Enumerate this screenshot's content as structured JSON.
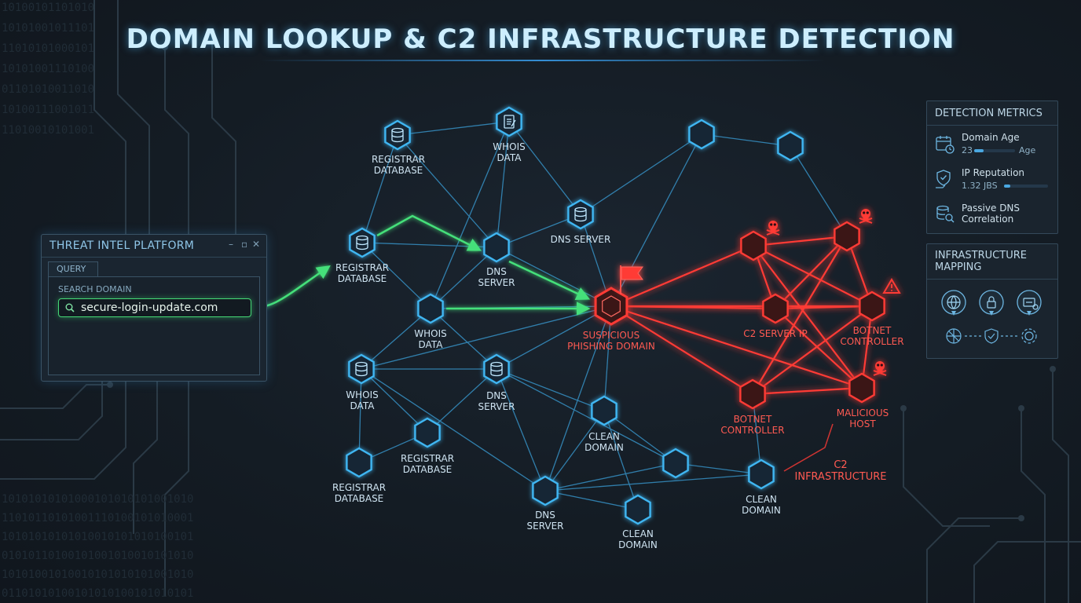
{
  "title": "DOMAIN LOOKUP & C2 INFRASTRUCTURE DETECTION",
  "threat_intel": {
    "title": "THREAT INTEL PLATFORM",
    "minimize": "–",
    "maximize": "▫",
    "close": "✕",
    "tab_label": "QUERY",
    "search_label": "SEARCH DOMAIN",
    "search_value": "secure-login-update.com"
  },
  "nodes": {
    "registrar_db_top": "REGISTRAR\nDATABASE",
    "whois_top": "WHOIS\nDATA",
    "dns_server_top": "DNS SERVER",
    "registrar_db_mid": "REGISTRAR\nDATABASE",
    "dns_server_mid": "DNS\nSERVER",
    "whois_mid": "WHOIS\nDATA",
    "suspicious": "SUSPICIOUS\nPHISHING DOMAIN",
    "whois_low": "WHOIS\nDATA",
    "dns_server_low": "DNS\nSERVER",
    "clean_domain_1": "CLEAN\nDOMAIN",
    "registrar_db_low": "REGISTRAR\nDATABASE",
    "registrar_db_bottom": "REGISTRAR\nDATABASE",
    "dns_server_bottom": "DNS\nSERVER",
    "clean_domain_2": "CLEAN\nDOMAIN",
    "clean_domain_3": "CLEAN\nDOMAIN",
    "c2_server_ip": "C2 SERVER IP",
    "botnet_controller_right": "BOTNET\nCONTROLLER",
    "botnet_controller_left": "BOTNET\nCONTROLLER",
    "malicious_host": "MALICIOUS\nHOST"
  },
  "c2_infrastructure_label": "C2\nINFRASTRUCTURE",
  "detection_metrics": {
    "title": "DETECTION METRICS",
    "domain_age_label": "Domain Age",
    "domain_age_value": "23",
    "domain_age_unit": "Age",
    "ip_reputation_label": "IP Reputation",
    "ip_reputation_value": "1.32 JBS",
    "passive_dns_label": "Passive DNS\nCorrelation"
  },
  "infrastructure_mapping": {
    "title": "INFRASTRUCTURE\nMAPPING"
  },
  "icons": [
    "search-icon",
    "database-icon",
    "document-icon",
    "flag-icon",
    "skull-icon",
    "warning-icon",
    "calendar-icon",
    "shield-icon",
    "globe-icon",
    "lock-icon",
    "gear-icon"
  ],
  "colors": {
    "blue_node": "#3fb6f2",
    "red_node": "#ff3b36",
    "green_path": "#45e07a",
    "background": "#141c24"
  }
}
